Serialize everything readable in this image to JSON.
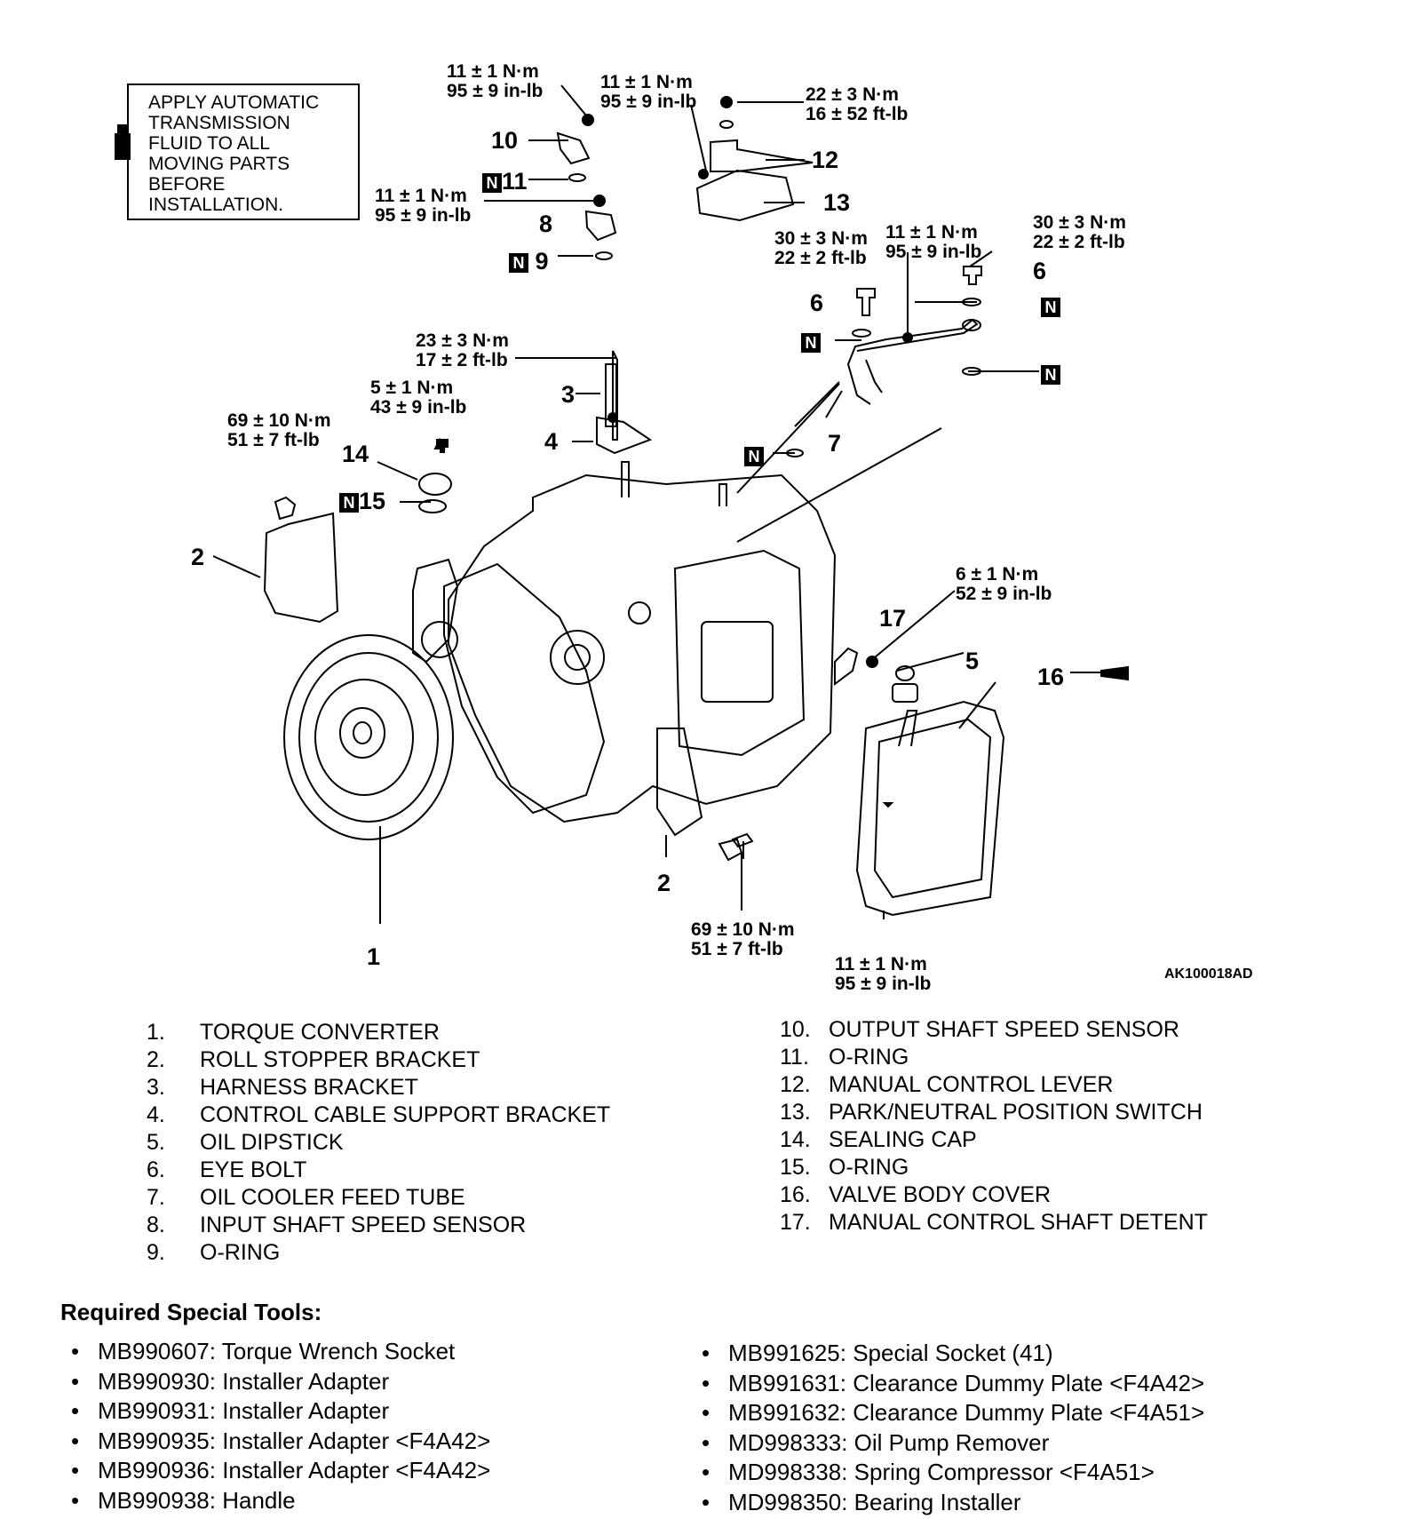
{
  "doc_code_top": "AK100018AD",
  "note": {
    "text": "APPLY AUTOMATIC\nTRANSMISSION\nFLUID TO ALL\nMOVING PARTS\nBEFORE\nINSTALLATION."
  },
  "torques": {
    "t10": "11 ± 1 N·m\n95 ± 9 in-lb",
    "t12a": "11 ± 1 N·m\n95 ± 9 in-lb",
    "t12b": "22 ± 3 N·m\n16 ± 52 ft-lb",
    "t8": "11 ± 1 N·m\n95 ± 9 in-lb",
    "t6a": "30 ± 3 N·m\n22 ± 2 ft-lb",
    "t7": "11 ± 1 N·m\n95 ± 9 in-lb",
    "t6b": "30 ± 3 N·m\n22 ± 2 ft-lb",
    "t3": "23 ± 3 N·m\n17 ± 2 ft-lb",
    "t14": "5 ± 1 N·m\n43 ± 9 in-lb",
    "t2a": "69 ± 10 N·m\n51 ± 7 ft-lb",
    "t17": "6 ± 1 N·m\n52 ± 9 in-lb",
    "t2b": "69 ± 10 N·m\n51 ± 7 ft-lb",
    "t16": "11 ± 1 N·m\n95 ± 9 in-lb"
  },
  "callouts": {
    "n1": "1",
    "n2a": "2",
    "n2b": "2",
    "n3": "3",
    "n4": "4",
    "n5": "5",
    "n6a": "6",
    "n6b": "6",
    "n7": "7",
    "n8": "8",
    "n9": "9",
    "n10": "10",
    "n11": "11",
    "n12": "12",
    "n13": "13",
    "n14": "14",
    "n15": "15",
    "n16": "16",
    "n17": "17",
    "n_mark": "N"
  },
  "figure_code": "AK100018AD",
  "parts_left": [
    {
      "n": "1.",
      "name": "TORQUE CONVERTER"
    },
    {
      "n": "2.",
      "name": "ROLL STOPPER BRACKET"
    },
    {
      "n": "3.",
      "name": "HARNESS BRACKET"
    },
    {
      "n": "4.",
      "name": "CONTROL CABLE SUPPORT BRACKET"
    },
    {
      "n": "5.",
      "name": "OIL DIPSTICK"
    },
    {
      "n": "6.",
      "name": "EYE BOLT"
    },
    {
      "n": "7.",
      "name": "OIL COOLER FEED TUBE"
    },
    {
      "n": "8.",
      "name": "INPUT SHAFT SPEED SENSOR"
    },
    {
      "n": "9.",
      "name": "O-RING"
    }
  ],
  "parts_right": [
    {
      "n": "10.",
      "name": "OUTPUT SHAFT SPEED SENSOR"
    },
    {
      "n": "11.",
      "name": "O-RING"
    },
    {
      "n": "12.",
      "name": "MANUAL CONTROL LEVER"
    },
    {
      "n": "13.",
      "name": "PARK/NEUTRAL POSITION SWITCH"
    },
    {
      "n": "14.",
      "name": "SEALING CAP"
    },
    {
      "n": "15.",
      "name": "O-RING"
    },
    {
      "n": "16.",
      "name": "VALVE BODY COVER"
    },
    {
      "n": "17.",
      "name": "MANUAL CONTROL SHAFT DETENT"
    }
  ],
  "tools_heading": "Required Special Tools:",
  "tools_left": [
    "MB990607: Torque Wrench Socket",
    "MB990930: Installer Adapter",
    "MB990931: Installer Adapter",
    "MB990935: Installer Adapter <F4A42>",
    "MB990936: Installer Adapter <F4A42>",
    "MB990938: Handle"
  ],
  "tools_right": [
    "MB991625: Special Socket (41)",
    "MB991631: Clearance Dummy Plate <F4A42>",
    "MB991632: Clearance Dummy Plate <F4A51>",
    "MD998333: Oil Pump Remover",
    "MD998338: Spring Compressor <F4A51>",
    "MD998350: Bearing Installer"
  ]
}
